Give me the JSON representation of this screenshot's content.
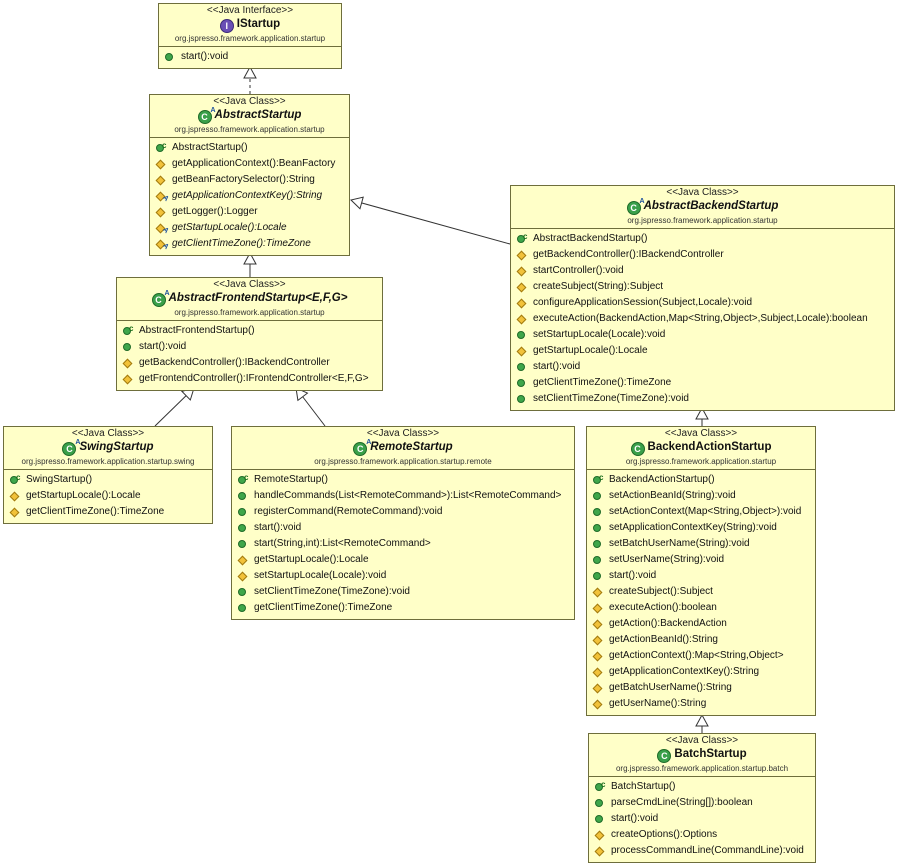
{
  "diagram": {
    "classes": {
      "istartup": {
        "stereotype": "<<Java Interface>>",
        "name": "IStartup",
        "package": "org.jspresso.framework.application.startup",
        "kind": "interface",
        "members": [
          "start():void"
        ]
      },
      "abstractstartup": {
        "stereotype": "<<Java Class>>",
        "name": "AbstractStartup",
        "package": "org.jspresso.framework.application.startup",
        "kind": "abstract",
        "members": [
          "AbstractStartup()",
          "getApplicationContext():BeanFactory",
          "getBeanFactorySelector():String",
          "getApplicationContextKey():String",
          "getLogger():Logger",
          "getStartupLocale():Locale",
          "getClientTimeZone():TimeZone"
        ]
      },
      "abstractfrontendstartup": {
        "stereotype": "<<Java Class>>",
        "name": "AbstractFrontendStartup<E,F,G>",
        "package": "org.jspresso.framework.application.startup",
        "kind": "abstract",
        "members": [
          "AbstractFrontendStartup()",
          "start():void",
          "getBackendController():IBackendController",
          "getFrontendController():IFrontendController<E,F,G>"
        ]
      },
      "abstractbackendstartup": {
        "stereotype": "<<Java Class>>",
        "name": "AbstractBackendStartup",
        "package": "org.jspresso.framework.application.startup",
        "kind": "abstract",
        "members": [
          "AbstractBackendStartup()",
          "getBackendController():IBackendController",
          "startController():void",
          "createSubject(String):Subject",
          "configureApplicationSession(Subject,Locale):void",
          "executeAction(BackendAction,Map<String,Object>,Subject,Locale):boolean",
          "setStartupLocale(Locale):void",
          "getStartupLocale():Locale",
          "start():void",
          "getClientTimeZone():TimeZone",
          "setClientTimeZone(TimeZone):void"
        ]
      },
      "swingstartup": {
        "stereotype": "<<Java Class>>",
        "name": "SwingStartup",
        "package": "org.jspresso.framework.application.startup.swing",
        "kind": "abstract",
        "members": [
          "SwingStartup()",
          "getStartupLocale():Locale",
          "getClientTimeZone():TimeZone"
        ]
      },
      "remotestartup": {
        "stereotype": "<<Java Class>>",
        "name": "RemoteStartup",
        "package": "org.jspresso.framework.application.startup.remote",
        "kind": "abstract",
        "members": [
          "RemoteStartup()",
          "handleCommands(List<RemoteCommand>):List<RemoteCommand>",
          "registerCommand(RemoteCommand):void",
          "start():void",
          "start(String,int):List<RemoteCommand>",
          "getStartupLocale():Locale",
          "setStartupLocale(Locale):void",
          "setClientTimeZone(TimeZone):void",
          "getClientTimeZone():TimeZone"
        ]
      },
      "backendactionstartup": {
        "stereotype": "<<Java Class>>",
        "name": "BackendActionStartup",
        "package": "org.jspresso.framework.application.startup",
        "kind": "class",
        "members": [
          "BackendActionStartup()",
          "setActionBeanId(String):void",
          "setActionContext(Map<String,Object>):void",
          "setApplicationContextKey(String):void",
          "setBatchUserName(String):void",
          "setUserName(String):void",
          "start():void",
          "createSubject():Subject",
          "executeAction():boolean",
          "getAction():BackendAction",
          "getActionBeanId():String",
          "getActionContext():Map<String,Object>",
          "getApplicationContextKey():String",
          "getBatchUserName():String",
          "getUserName():String"
        ]
      },
      "batchstartup": {
        "stereotype": "<<Java Class>>",
        "name": "BatchStartup",
        "package": "org.jspresso.framework.application.startup.batch",
        "kind": "class",
        "members": [
          "BatchStartup()",
          "parseCmdLine(String[]):boolean",
          "start():void",
          "createOptions():Options",
          "processCommandLine(CommandLine):void"
        ]
      }
    }
  }
}
